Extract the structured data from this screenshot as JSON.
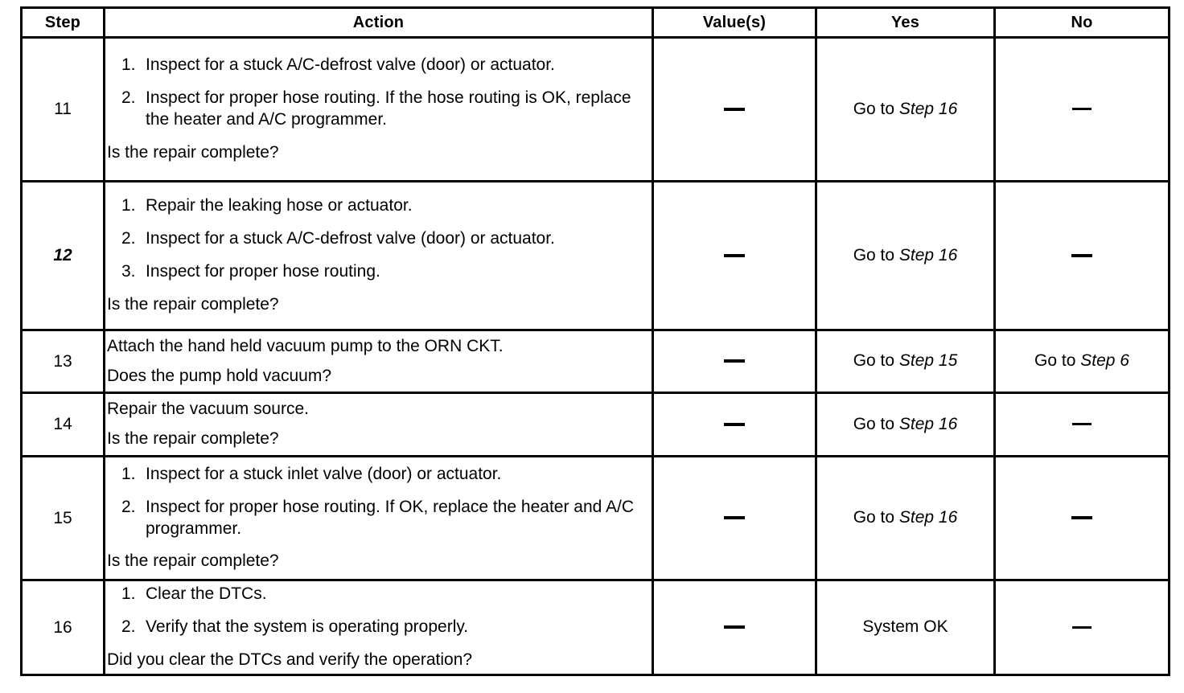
{
  "table": {
    "headers": {
      "step": "Step",
      "action": "Action",
      "value": "Value(s)",
      "yes": "Yes",
      "no": "No"
    },
    "dash": "—",
    "rows": [
      {
        "step": "11",
        "step_italic": false,
        "action_items": [
          {
            "num": "1.",
            "text": "Inspect for a stuck A/C-defrost valve (door) or actuator."
          },
          {
            "num": "2.",
            "text": "Inspect for proper hose routing. If the hose routing is OK, replace the heater and A/C programmer."
          }
        ],
        "action_question": "Is the repair complete?",
        "value": "—",
        "yes_prefix": "Go to ",
        "yes_target": "Step 16",
        "no": "—"
      },
      {
        "step": "12",
        "step_italic": true,
        "action_items": [
          {
            "num": "1.",
            "text": "Repair the leaking hose or actuator."
          },
          {
            "num": "2.",
            "text": "Inspect for a stuck A/C-defrost valve (door) or actuator."
          },
          {
            "num": "3.",
            "text": "Inspect for proper hose routing."
          }
        ],
        "action_question": "Is the repair complete?",
        "value": "—",
        "yes_prefix": "Go to ",
        "yes_target": "Step 16",
        "no": "—"
      },
      {
        "step": "13",
        "step_italic": false,
        "action_lines": [
          "Attach the hand held vacuum pump to the ORN CKT.",
          "Does the pump hold vacuum?"
        ],
        "value": "—",
        "yes_prefix": "Go to ",
        "yes_target": "Step 15",
        "no_prefix": "Go to ",
        "no_target": "Step 6"
      },
      {
        "step": "14",
        "step_italic": false,
        "action_lines": [
          "Repair the vacuum source.",
          "Is the repair complete?"
        ],
        "value": "—",
        "yes_prefix": "Go to ",
        "yes_target": "Step 16",
        "no": "—"
      },
      {
        "step": "15",
        "step_italic": false,
        "action_items": [
          {
            "num": "1.",
            "text": "Inspect for a stuck inlet valve (door) or actuator."
          },
          {
            "num": "2.",
            "text": "Inspect for proper hose routing. If OK, replace the heater and A/C programmer."
          }
        ],
        "action_question": "Is the repair complete?",
        "value": "—",
        "yes_prefix": "Go to ",
        "yes_target": "Step 16",
        "no": "—"
      },
      {
        "step": "16",
        "step_italic": false,
        "action_items": [
          {
            "num": "1.",
            "text": "Clear the DTCs."
          },
          {
            "num": "2.",
            "text": "Verify that the system is operating properly."
          }
        ],
        "action_question": "Did you clear the DTCs and verify the operation?",
        "value": "—",
        "yes_plain": "System OK",
        "no": "—"
      }
    ]
  }
}
